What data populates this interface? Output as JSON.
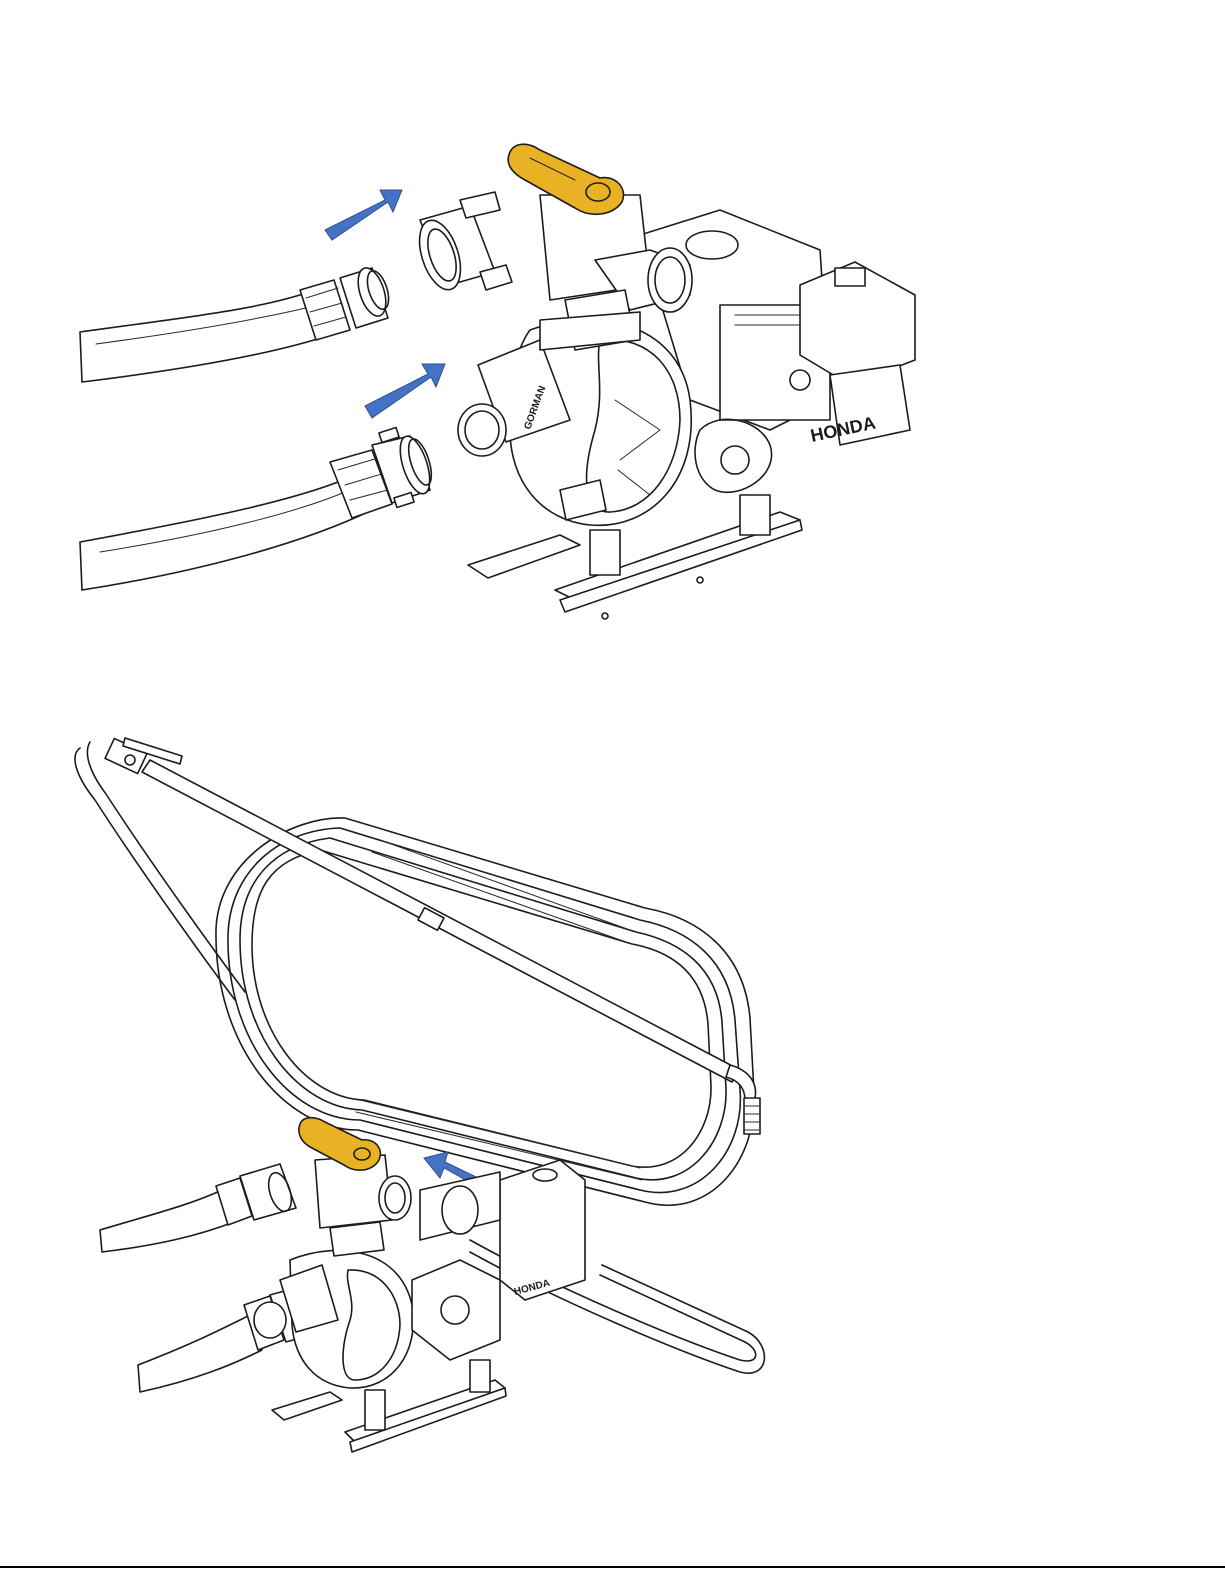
{
  "figures": [
    {
      "id": "top",
      "content": "pump-with-discharge-valve-and-hoses",
      "arrow_count": 2,
      "valve_handle_color": "#E9B124"
    },
    {
      "id": "bottom",
      "content": "pump-with-coiled-hose-and-wand",
      "arrow_count": 1,
      "valve_handle_color": "#E9B124"
    }
  ],
  "colors": {
    "arrow": "#4472C4",
    "arrow_outline": "#2F528F",
    "valve_handle": "#E9B124",
    "line_art": "#1C1C1C",
    "background": "#FFFFFF",
    "page_rule": "#000000"
  },
  "branding": {
    "engine_logo": "HONDA",
    "pump_logo": "GORMAN"
  },
  "icons": [
    "arrow-icon",
    "valve-handle-icon",
    "cam-coupling-icon",
    "hose-icon",
    "engine-icon",
    "pump-icon"
  ]
}
